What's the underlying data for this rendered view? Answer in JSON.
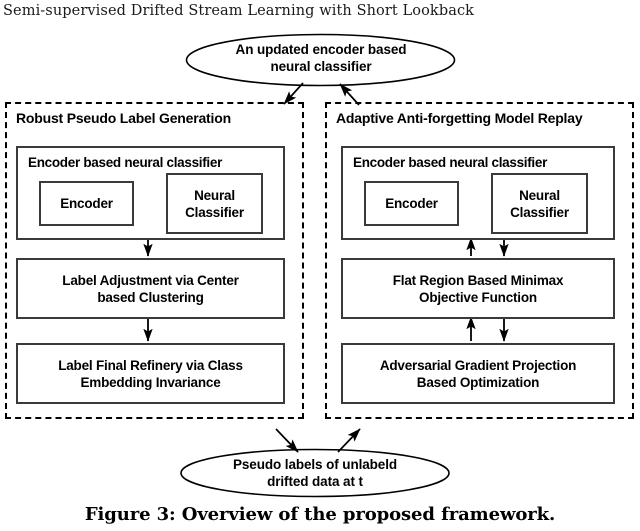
{
  "header": {
    "running_title": "Semi-supervised Drifted Stream Learning with Short Lookback"
  },
  "figure": {
    "caption": "Figure 3: Overview of the proposed framework."
  },
  "nodes": {
    "top_ellipse": {
      "line1": "An updated encoder based",
      "line2": "neural classifier"
    },
    "bottom_ellipse": {
      "line1": "Pseudo labels of unlabeld",
      "line2": "drifted data at t"
    }
  },
  "panels": [
    {
      "id": "robust-pseudo-label-generation",
      "title": "Robust Pseudo Label Generation",
      "blocks": [
        {
          "id": "encoder-based-neural-classifier-left",
          "title": "Encoder based neural classifier",
          "sub_blocks": [
            {
              "id": "encoder",
              "label": "Encoder"
            },
            {
              "id": "neural-classifier",
              "line1": "Neural",
              "line2": "Classifier"
            }
          ]
        },
        {
          "id": "label-adjustment",
          "line1": "Label Adjustment via Center",
          "line2": "based Clustering"
        },
        {
          "id": "label-final-refinery",
          "line1": "Label Final Refinery via Class",
          "line2": "Embedding Invariance"
        }
      ]
    },
    {
      "id": "adaptive-anti-forgetting-model-replay",
      "title": "Adaptive Anti-forgetting Model Replay",
      "blocks": [
        {
          "id": "encoder-based-neural-classifier-right",
          "title": "Encoder based neural classifier",
          "sub_blocks": [
            {
              "id": "encoder",
              "label": "Encoder"
            },
            {
              "id": "neural-classifier",
              "line1": "Neural",
              "line2": "Classifier"
            }
          ]
        },
        {
          "id": "flat-region-minimax",
          "line1": "Flat Region Based Minimax",
          "line2": "Objective Function"
        },
        {
          "id": "adversarial-gradient-projection",
          "line1": "Adversarial Gradient Projection",
          "line2": "Based Optimization"
        }
      ]
    }
  ],
  "colors": {
    "stroke": "#000000",
    "box_stroke": "#3a3a3a",
    "background": "#ffffff",
    "text": "#000000"
  }
}
